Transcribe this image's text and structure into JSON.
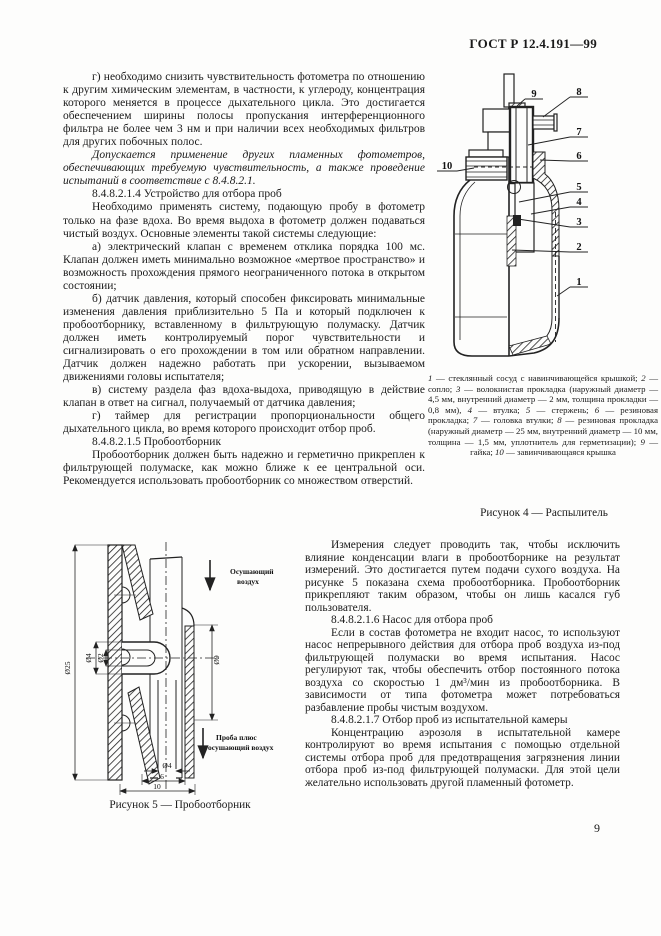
{
  "document": {
    "header": "ГОСТ Р 12.4.191—99",
    "page_number": "9"
  },
  "upper_left": {
    "paragraphs": {
      "p1": "г)  необходимо снизить чувствительность фотометра по отношению к другим химическим элементам, в частности, к углероду, концентрация которого меняется в процессе дыхательного цикла. Это достигается обеспечением ширины полосы пропускания интерференционного фильтра не более чем 3 нм и при наличии всех необходимых фильтров для других побочных полос.",
      "p2": "Допускается применение других пламенных фотометров, обеспечивающих требуемую чувствительность, а также проведение испытаний в соответствие с 8.4.8.2.1.",
      "p3": "8.4.8.2.1.4  Устройство для отбора проб",
      "p4": "Необходимо применять систему, подающую пробу в фотометр только на фазе вдоха. Во время выдоха в фотометр должен подаваться чистый воздух. Основные элементы такой системы следующие:",
      "p5": "а) электрический клапан с временем отклика порядка 100 мс. Клапан должен иметь минимально возможное «мертвое пространство» и возможность прохождения прямого неограниченного потока в открытом состоянии;",
      "p6": "б) датчик давления, который способен фиксировать минимальные изменения давления приблизительно 5 Па и который подключен к пробоотборнику, вставленному в фильтрующую полумаску. Датчик должен иметь контролируемый порог чувствительности и сигнализировать о его прохождении в том или обратном направлении. Датчик должен надежно работать при ускорении, вызываемом движениями головы испытателя;",
      "p7": "в) систему раздела фаз вдоха-выдоха, приводящую в действие клапан в ответ на сигнал, получаемый от датчика давления;",
      "p8": "г) таймер для регистрации пропорциональности общего дыхательного цикла, во время которого происходит отбор проб.",
      "p9": "8.4.8.2.1.5  Пробоотборник",
      "p10": "Пробоотборник должен быть надежно и герметично прикреплен к фильтрующей полумаске, как можно ближе к ее центральной оси. Рекомендуется использовать пробоотборник со множеством отверстий."
    }
  },
  "lower_right": {
    "paragraphs": {
      "p1": "Измерения следует проводить так, чтобы исключить влияние конденсации влаги в пробоотборнике на результат измерений. Это достигается путем подачи сухого воздуха. На рисунке 5 показана схема пробоотборника. Пробоотборник прикрепляют таким образом, чтобы он лишь касался губ пользователя.",
      "p2": "8.4.8.2.1.6  Насос для отбора проб",
      "p3": "Если в состав фотометра не входит насос, то используют насос непрерывного действия для отбора проб воздуха из-под фильтрующей полумаски во время испытания. Насос регулируют так, чтобы обеспечить отбор постоянного потока воздуха со скоростью 1 дм³/мин из пробоотборника. В зависимости от типа фотометра может потребоваться разбавление пробы чистым воздухом.",
      "p4": "8.4.8.2.1.7  Отбор проб из испытательной камеры",
      "p5": "Концентрацию аэрозоля в испытательной камере контролируют во время испытания с помощью отдельной системы отбора проб для предотвращения загрязнения линии отбора проб из-под фильтрующей полумаски. Для этой цели желательно использовать другой пламенный фотометр."
    }
  },
  "figure4": {
    "caption": "Рисунок 4 — Распылитель",
    "callouts": [
      "1",
      "2",
      "3",
      "4",
      "5",
      "6",
      "7",
      "8",
      "9",
      "10"
    ],
    "legend": [
      {
        "n": "1",
        "t": " — стеклянный сосуд с навинчивающейся крышкой; "
      },
      {
        "n": "2",
        "t": " — сопло; "
      },
      {
        "n": "3",
        "t": " — волокнистая прокладка (наружный диаметр — 4,5 мм, внутренний диаметр — 2 мм, толщина прокладки — 0,8 мм), "
      },
      {
        "n": "4",
        "t": " — втулка; "
      },
      {
        "n": "5",
        "t": " — стержень; "
      },
      {
        "n": "6",
        "t": " — резиновая прокладка; "
      },
      {
        "n": "7",
        "t": " — головка втулки; "
      },
      {
        "n": "8",
        "t": " — резиновая прокладка (наружный диаметр — 25 мм, внутренний диаметр — 10 мм, толщина — 1,5 мм, уплотнитель для герметизации); "
      },
      {
        "n": "9",
        "t": " — гайка; "
      },
      {
        "n": "10",
        "t": " — завинчивающаяся крышка"
      }
    ]
  },
  "figure5": {
    "caption": "Рисунок 5 — Пробоотборник",
    "labels": {
      "top1": "Осушающий",
      "top2": "воздух",
      "bottom1": "Проба плюс",
      "bottom2": "осушающий воздух"
    },
    "dimensions": {
      "plate_diameter": "Ø25",
      "probe_outer": "Ø4",
      "probe_inner": "Ø2",
      "tube_diameter": "Ø9",
      "outlet_diameter": "Ø4",
      "outlet_width": "6",
      "body_width": "10"
    }
  }
}
